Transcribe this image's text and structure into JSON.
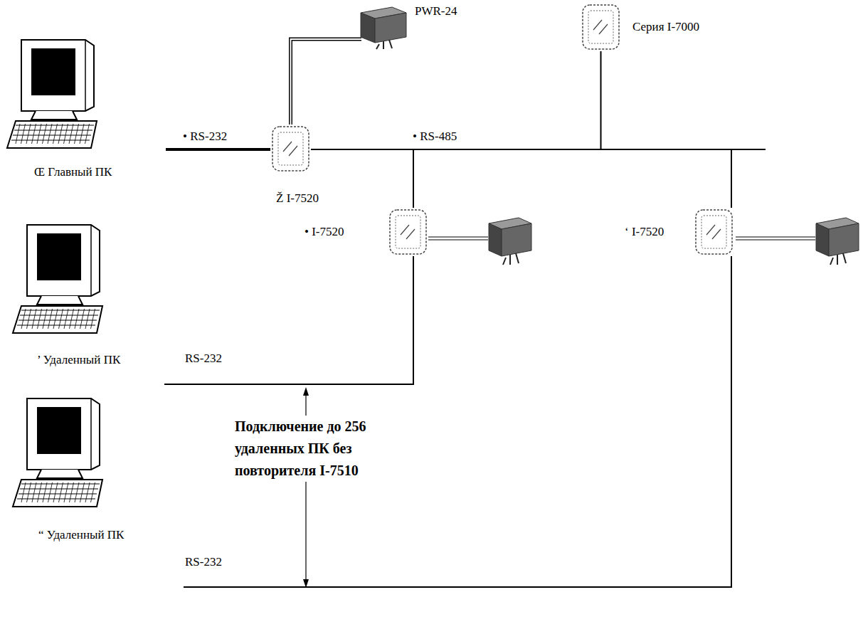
{
  "diagram": {
    "nodes": [
      {
        "text": [
          "Œ Главный ПК"
        ]
      },
      {
        "text": [
          "Ž I-7520"
        ]
      },
      {
        "text": [
          "PWR-24"
        ]
      },
      {
        "text": [
          "Серия I-7000"
        ]
      },
      {
        "text": [
          "• I-7520"
        ]
      },
      {
        "text": [
          "‘ I-7520"
        ]
      },
      {
        "text": [
          "’ Удаленный ПК"
        ]
      },
      {
        "text": [
          "“ Удаленный ПК"
        ]
      }
    ],
    "edges": [
      {
        "from": 0,
        "to": 1,
        "arrow": "none"
      },
      {
        "from": 1,
        "to": 2,
        "arrow": "none"
      },
      {
        "from": 1,
        "to": 3,
        "arrow": "none"
      },
      {
        "from": 1,
        "to": 4,
        "arrow": "none"
      },
      {
        "from": 1,
        "to": 5,
        "arrow": "none"
      },
      {
        "from": 4,
        "to": 6,
        "arrow": "none"
      },
      {
        "from": 5,
        "to": 7,
        "arrow": "none"
      }
    ],
    "labels": [
      "• RS-232",
      "• RS-485",
      "RS-232",
      "RS-232",
      "Подключение до 256 удаленных ПК без повторителя I-7510"
    ]
  }
}
